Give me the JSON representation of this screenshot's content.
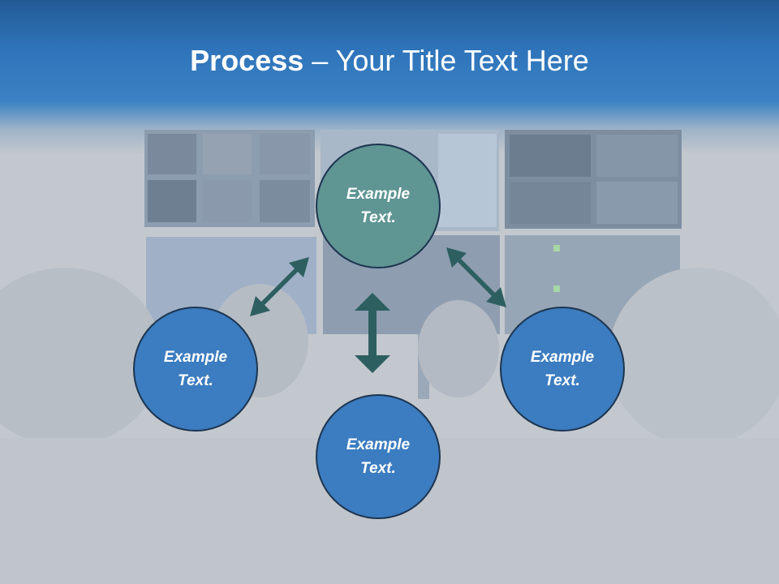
{
  "title": {
    "bold": "Process",
    "rest": " – Your Title Text Here"
  },
  "nodes": {
    "center": "Example Text.",
    "left": "Example Text.",
    "right": "Example Text.",
    "bottom": "Example Text."
  },
  "colors": {
    "header": "#2f74ba",
    "center_node": "#5f9593",
    "outer_node": "#3c7cc0",
    "arrow": "#2e5f60"
  }
}
